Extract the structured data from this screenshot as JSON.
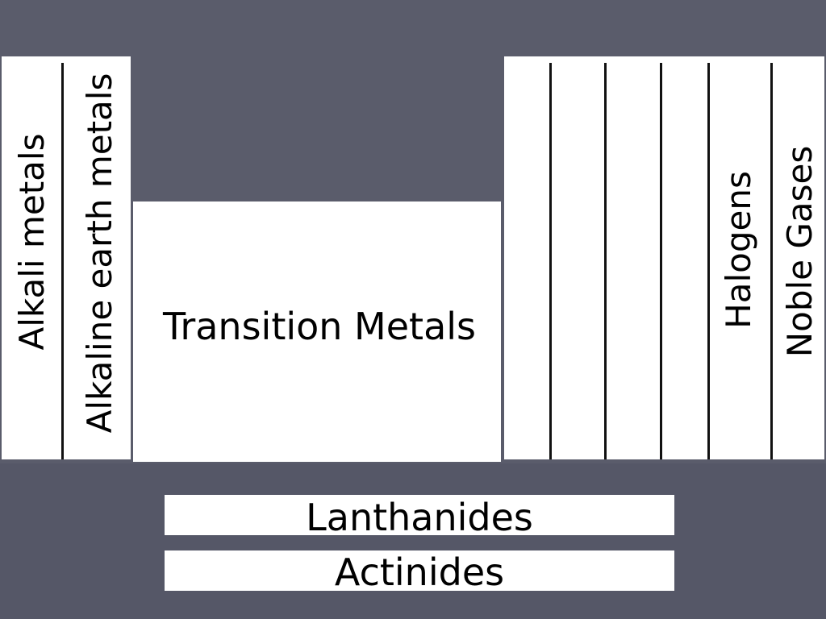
{
  "slide": {
    "background_color": "#5a5c6b",
    "box_color": "#ffffff",
    "line_color": "#111111"
  },
  "labels": {
    "alkali": "Alkali metals",
    "alkaline_earth": "Alkaline earth metals",
    "transition": "Transition Metals",
    "halogens": "Halogens",
    "noble_gases": "Noble Gases",
    "lanthanides": "Lanthanides",
    "actinides": "Actinides"
  }
}
